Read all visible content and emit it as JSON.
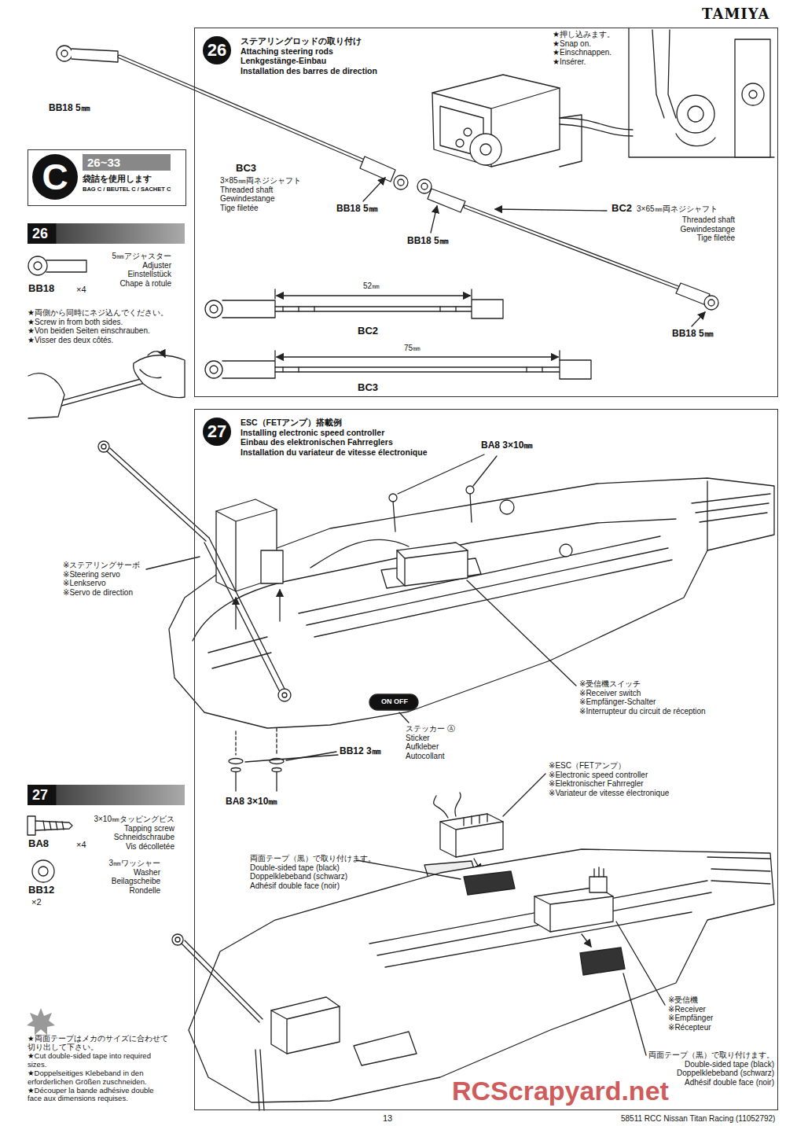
{
  "diagram": {
    "nodes": [
      {
        "text": [
          "26",
          "ステアリングロッドの取り付け",
          "Attaching steering rods",
          "Lenkgestänge-Einbau",
          "Installation des barres de direction"
        ]
      },
      {
        "text": [
          "C",
          "26~33",
          "袋詰を使用します",
          "BAG C / BEUTEL C / SACHET C"
        ]
      },
      {
        "text": [
          "26"
        ]
      },
      {
        "text": [
          "27",
          "ESC（FETアンプ）搭載例",
          "Installing electronic speed controller",
          "Einbau des elektronischen Fahrreglers",
          "Installation du variateur de vitesse électronique"
        ]
      },
      {
        "text": [
          "27"
        ]
      }
    ],
    "labels": [
      "TAMIYA",
      "BB18 5㎜",
      "5㎜アジャスター",
      "Adjuster",
      "Einstellstück",
      "Chape à rotule",
      "BB18",
      "×4",
      "★両側から同時にネジ込んでください。",
      "★Screw in from both sides.",
      "★Von beiden Seiten einschrauben.",
      "★Visser des deux côtés.",
      "BC3",
      "3×85㎜両ネジシャフト",
      "Threaded shaft",
      "Gewindestange",
      "Tige filetée",
      "BB18 5㎜",
      "BB18 5㎜",
      "BC2",
      "3×65㎜両ネジシャフト",
      "Threaded shaft",
      "Gewindestange",
      "Tige filetée",
      "BB18 5㎜",
      "★押し込みます。",
      "★Snap on.",
      "★Einschnappen.",
      "★Insérer.",
      "52㎜",
      "BC2",
      "75㎜",
      "BC3",
      "BA8 3×10㎜",
      "※ステアリングサーボ",
      "※Steering servo",
      "※Lenkservo",
      "※Servo de direction",
      "※受信機スイッチ",
      "※Receiver switch",
      "※Empfänger-Schalter",
      "※Interrupteur du circuit de réception",
      "ON OFF",
      "ステッカー Ⓐ",
      "Sticker",
      "Aufkleber",
      "Autocollant",
      "BB12 3㎜",
      "BA8 3×10㎜",
      "※ESC（FETアンプ）",
      "※Electronic speed controller",
      "※Elektronischer Fahrregler",
      "※Variateur de vitesse électronique",
      "両面テープ（黒）で取り付けます。",
      "Double-sided tape (black)",
      "Doppelklebeband (schwarz)",
      "Adhésif double face (noir)",
      "※受信機",
      "※Receiver",
      "※Empfänger",
      "※Récepteur",
      "両面テープ（黒）で取り付けます。",
      "Double-sided tape (black)",
      "Doppelklebeband (schwarz)",
      "Adhésif double face (noir)",
      "3×10㎜タッピングビス",
      "Tapping screw",
      "Schneidschraube",
      "Vis décolletée",
      "BA8",
      "×4",
      "3㎜ワッシャー",
      "Washer",
      "Beilagscheibe",
      "Rondelle",
      "BB12",
      "×2",
      "★両面テープはメカのサイズに合わせて切り出して下さい。",
      "★Cut double-sided tape into required sizes.",
      "★Doppelseitiges Klebeband in den erforderlichen Größen zuschneiden.",
      "★Découper la bande adhésive double face aux dimensions requises.",
      "13",
      "58511 RCC Nissan Titan Racing (11052792)",
      "RCScrapyard.net"
    ]
  }
}
